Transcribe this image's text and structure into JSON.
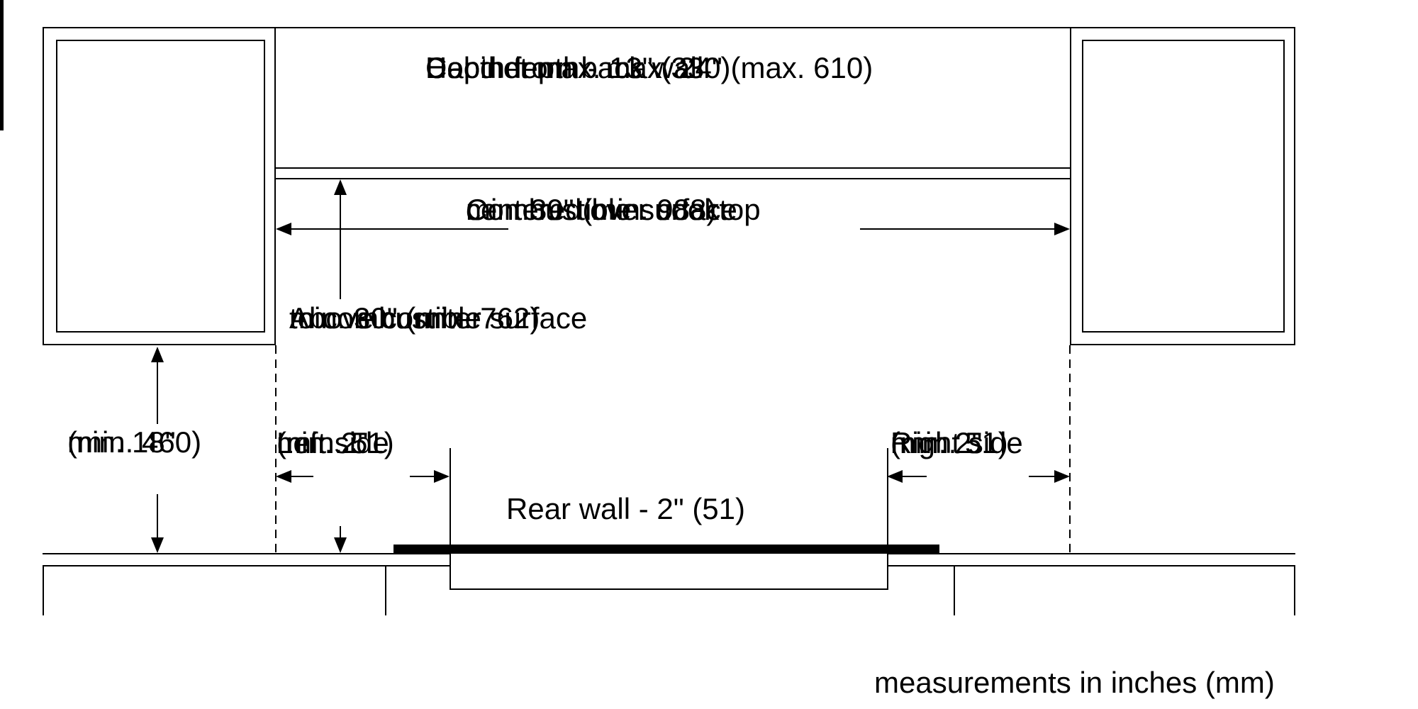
{
  "page": {
    "background": "#ffffff",
    "line_color": "#000000"
  },
  "labels": {
    "hood": {
      "line1": "Depth from back wall",
      "line2": "Cabinet max. 13\" (330)",
      "line3": "Hood depth - max. 24\" (max. 610)"
    },
    "combustible": {
      "line1": "Combustible surface",
      "line2": "centered over cooktop",
      "line3": "min. 39\" (min. 988)"
    },
    "above_counter": {
      "line1": "Above counter",
      "line2": "min. 30\" (min. 762)",
      "line3": "to combustible surface"
    },
    "cabinet_to_counter": {
      "line1": "min. 18\"",
      "line2": "(min. 460)"
    },
    "left_side": {
      "line1": "Left side",
      "line2": "min. 2\"",
      "line3": "(min. 51)"
    },
    "right_side": {
      "line1": "Right side",
      "line2": "min. 2\"",
      "line3": "(min. 51)"
    },
    "rear_wall": "Rear wall - 2\" (51)",
    "footer": "measurements in inches (mm)"
  }
}
